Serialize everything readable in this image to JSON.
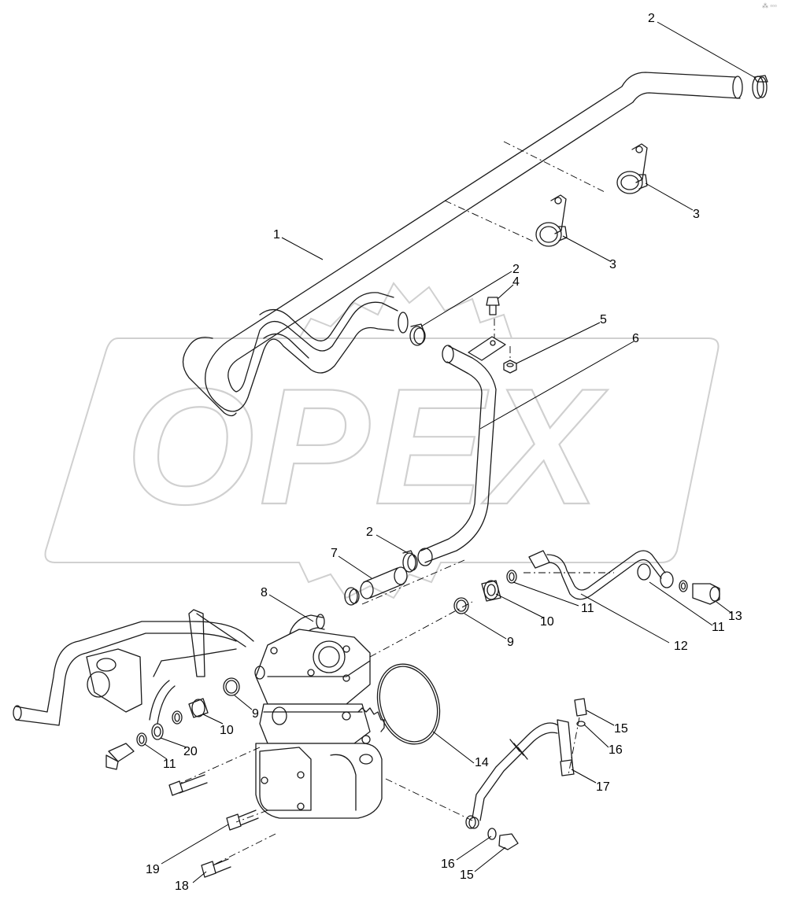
{
  "watermark": {
    "text": "OPEX"
  },
  "corner_mark": "⁂ ▫▫▫",
  "callouts": [
    {
      "id": "c2a",
      "label": "2"
    },
    {
      "id": "c3a",
      "label": "3"
    },
    {
      "id": "c3b",
      "label": "3"
    },
    {
      "id": "c1",
      "label": "1"
    },
    {
      "id": "c2b",
      "label": "2"
    },
    {
      "id": "c4",
      "label": "4"
    },
    {
      "id": "c5",
      "label": "5"
    },
    {
      "id": "c6",
      "label": "6"
    },
    {
      "id": "c2c",
      "label": "2"
    },
    {
      "id": "c7",
      "label": "7"
    },
    {
      "id": "c8",
      "label": "8"
    },
    {
      "id": "c11a",
      "label": "11"
    },
    {
      "id": "c10a",
      "label": "10"
    },
    {
      "id": "c9a",
      "label": "9"
    },
    {
      "id": "c12",
      "label": "12"
    },
    {
      "id": "c11b",
      "label": "11"
    },
    {
      "id": "c13",
      "label": "13"
    },
    {
      "id": "c9b",
      "label": "9"
    },
    {
      "id": "c10b",
      "label": "10"
    },
    {
      "id": "c20",
      "label": "20"
    },
    {
      "id": "c11c",
      "label": "11"
    },
    {
      "id": "c14",
      "label": "14"
    },
    {
      "id": "c15a",
      "label": "15"
    },
    {
      "id": "c16a",
      "label": "16"
    },
    {
      "id": "c17",
      "label": "17"
    },
    {
      "id": "c19",
      "label": "19"
    },
    {
      "id": "c16b",
      "label": "16"
    },
    {
      "id": "c15b",
      "label": "15"
    },
    {
      "id": "c18",
      "label": "18"
    }
  ],
  "colors": {
    "line": "#1a1a1a",
    "watermark": "#d0d0d0",
    "background": "#ffffff"
  }
}
